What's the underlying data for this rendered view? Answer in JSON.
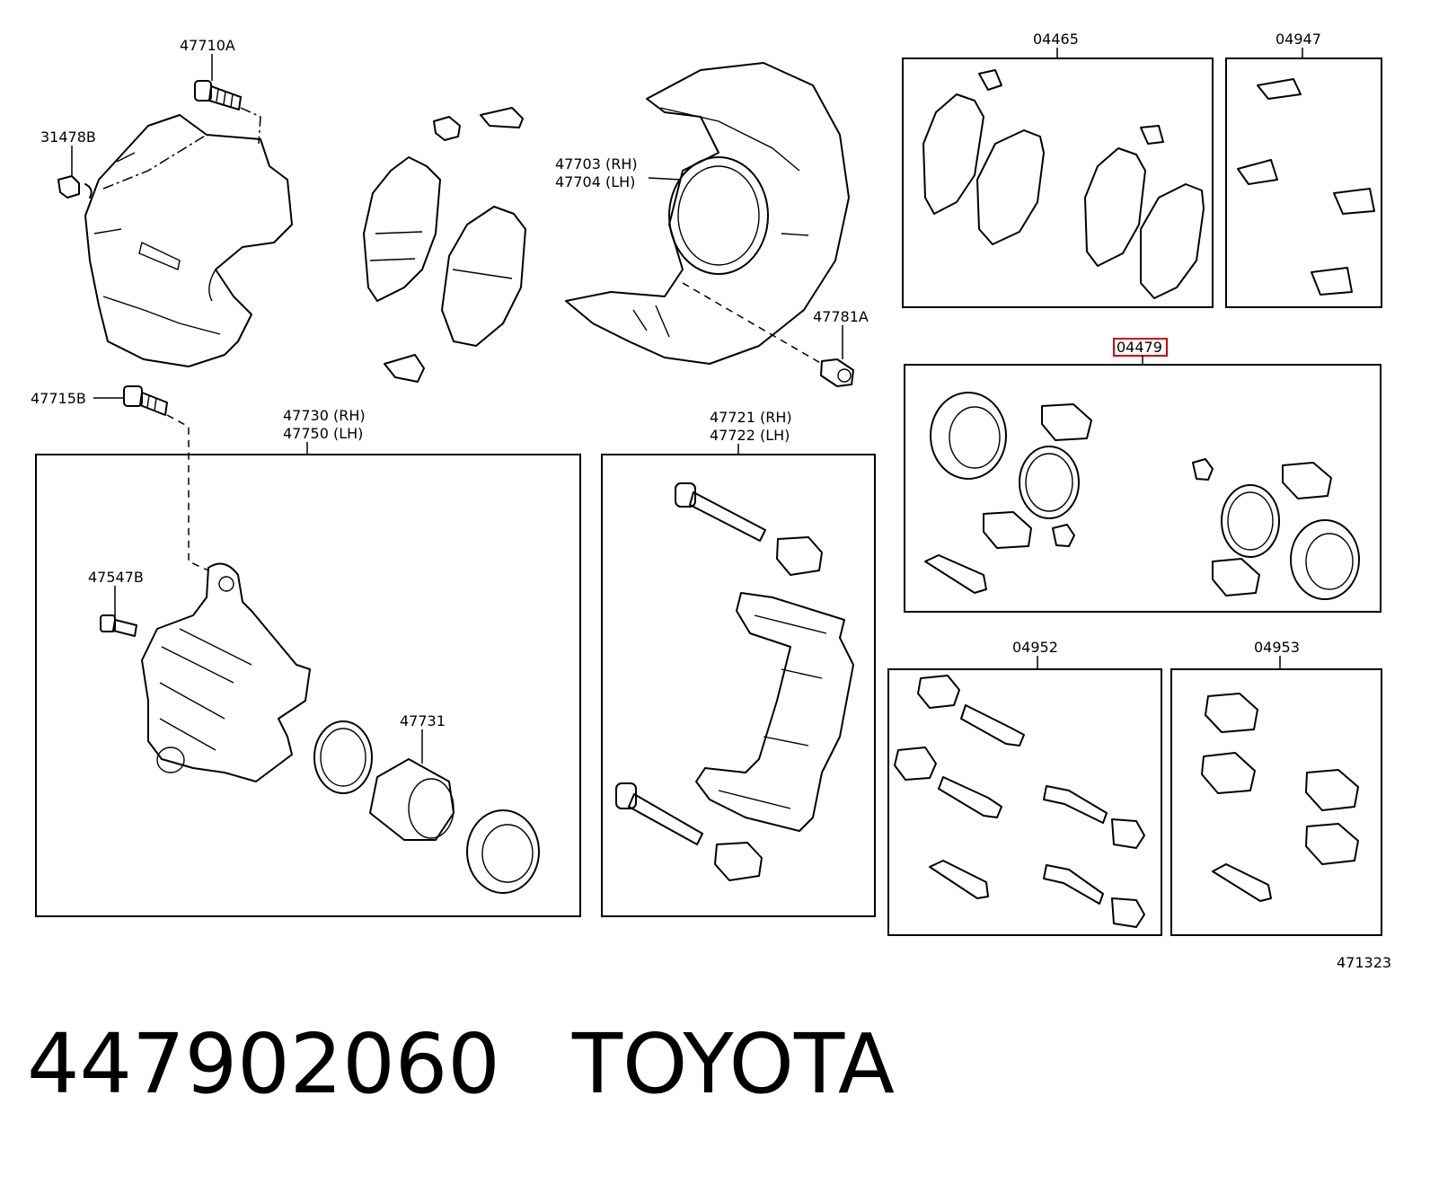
{
  "labels": {
    "p47710A": "47710A",
    "p31478B": "31478B",
    "p47703": "47703 (RH)",
    "p47704": "47704 (LH)",
    "p47781A": "47781A",
    "p47715B": "47715B",
    "p47730": "47730 (RH)",
    "p47750": "47750 (LH)",
    "p47547B": "47547B",
    "p47731": "47731",
    "p47721": "47721 (RH)",
    "p47722": "47722 (LH)",
    "p04465": "04465",
    "p04947": "04947",
    "p04479": "04479",
    "p04952": "04952",
    "p04953": "04953",
    "diagram_id": "471323"
  },
  "footer": {
    "part_number": "447902060",
    "brand": "TOYOTA"
  },
  "colors": {
    "highlight": "#d40000"
  }
}
